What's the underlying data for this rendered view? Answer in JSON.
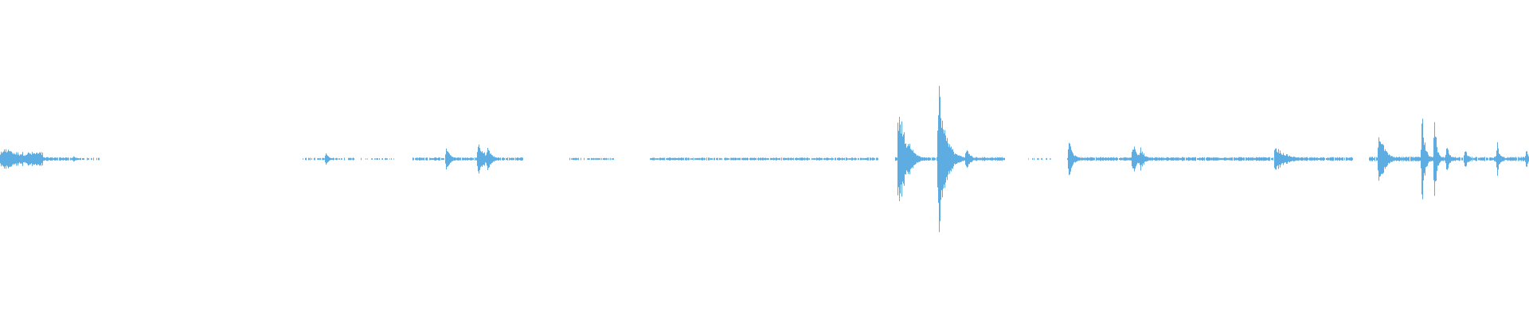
{
  "waveform": {
    "color": "#5dade2",
    "background": "#ffffff",
    "amplitude_max": 1.0,
    "duration_fraction_range": [
      0,
      1
    ],
    "segments": [
      {
        "start": 0.0,
        "end": 0.028,
        "amp": 0.045,
        "density": 1.0
      },
      {
        "start": 0.028,
        "end": 0.045,
        "amp": 0.012,
        "density": 0.9
      },
      {
        "start": 0.045,
        "end": 0.065,
        "amp": 0.008,
        "density": 0.6
      },
      {
        "start": 0.198,
        "end": 0.232,
        "amp": 0.008,
        "density": 0.7
      },
      {
        "start": 0.236,
        "end": 0.258,
        "amp": 0.006,
        "density": 0.4
      },
      {
        "start": 0.27,
        "end": 0.342,
        "amp": 0.01,
        "density": 0.9
      },
      {
        "start": 0.372,
        "end": 0.402,
        "amp": 0.007,
        "density": 0.6
      },
      {
        "start": 0.425,
        "end": 0.575,
        "amp": 0.009,
        "density": 0.9
      },
      {
        "start": 0.585,
        "end": 0.658,
        "amp": 0.012,
        "density": 0.9
      },
      {
        "start": 0.672,
        "end": 0.688,
        "amp": 0.006,
        "density": 0.5
      },
      {
        "start": 0.698,
        "end": 0.885,
        "amp": 0.012,
        "density": 0.95
      },
      {
        "start": 0.895,
        "end": 1.0,
        "amp": 0.014,
        "density": 0.95
      }
    ],
    "bursts": [
      {
        "pos": 0.003,
        "amp": 0.09,
        "width": 0.01
      },
      {
        "pos": 0.048,
        "amp": 0.02,
        "width": 0.003
      },
      {
        "pos": 0.213,
        "amp": 0.05,
        "width": 0.002
      },
      {
        "pos": 0.292,
        "amp": 0.09,
        "width": 0.003
      },
      {
        "pos": 0.313,
        "amp": 0.14,
        "width": 0.004
      },
      {
        "pos": 0.319,
        "amp": 0.1,
        "width": 0.003
      },
      {
        "pos": 0.588,
        "amp": 0.4,
        "width": 0.005
      },
      {
        "pos": 0.594,
        "amp": 0.15,
        "width": 0.004
      },
      {
        "pos": 0.614,
        "amp": 0.58,
        "width": 0.004
      },
      {
        "pos": 0.617,
        "amp": 0.28,
        "width": 0.005
      },
      {
        "pos": 0.632,
        "amp": 0.08,
        "width": 0.003
      },
      {
        "pos": 0.699,
        "amp": 0.14,
        "width": 0.003
      },
      {
        "pos": 0.741,
        "amp": 0.12,
        "width": 0.003
      },
      {
        "pos": 0.746,
        "amp": 0.09,
        "width": 0.003
      },
      {
        "pos": 0.834,
        "amp": 0.1,
        "width": 0.008
      },
      {
        "pos": 0.902,
        "amp": 0.22,
        "width": 0.004
      },
      {
        "pos": 0.93,
        "amp": 0.34,
        "width": 0.002
      },
      {
        "pos": 0.938,
        "amp": 0.4,
        "width": 0.0015
      },
      {
        "pos": 0.946,
        "amp": 0.12,
        "width": 0.002
      },
      {
        "pos": 0.958,
        "amp": 0.09,
        "width": 0.002
      },
      {
        "pos": 0.979,
        "amp": 0.14,
        "width": 0.002
      },
      {
        "pos": 0.998,
        "amp": 0.08,
        "width": 0.002
      }
    ]
  }
}
